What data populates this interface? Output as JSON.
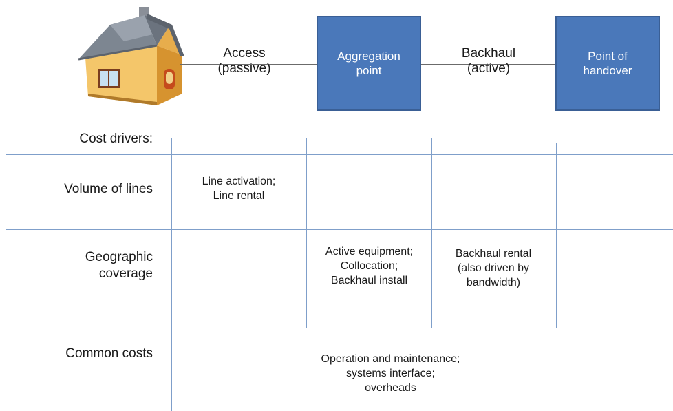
{
  "top": {
    "access_line1": "Access",
    "access_line2": "(passive)",
    "aggregation_line1": "Aggregation",
    "aggregation_line2": "point",
    "backhaul_line1": "Backhaul",
    "backhaul_line2": "(active)",
    "handover_line1": "Point of",
    "handover_line2": "handover"
  },
  "colors": {
    "box_fill": "#4a78ba",
    "grid_line": "#7f9fca"
  },
  "table": {
    "header": "Cost drivers:",
    "rows": {
      "volume": {
        "label": "Volume of lines",
        "access_line1": "Line activation;",
        "access_line2": "Line rental"
      },
      "geographic": {
        "label_line1": "Geographic",
        "label_line2": "coverage",
        "aggregation_line1": "Active equipment;",
        "aggregation_line2": "Collocation;",
        "aggregation_line3": "Backhaul install",
        "backhaul_line1": "Backhaul rental",
        "backhaul_line2": "(also driven by",
        "backhaul_line3": "bandwidth)"
      },
      "common": {
        "label": "Common costs",
        "span_line1": "Operation and maintenance;",
        "span_line2": "systems interface;",
        "span_line3": "overheads"
      }
    }
  }
}
